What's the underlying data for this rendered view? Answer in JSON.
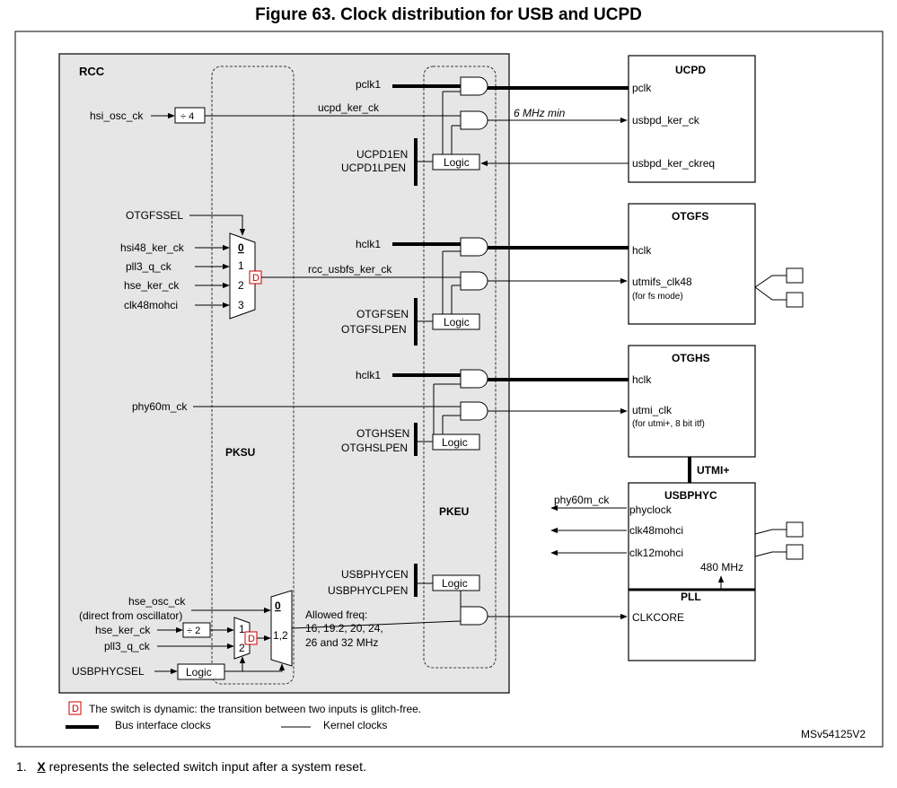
{
  "title": "Figure 63. Clock distribution for USB and UCPD",
  "rcc": {
    "label": "RCC",
    "pksu": "PKSU",
    "pkeu": "PKEU",
    "div4": "÷ 4",
    "div2": "÷ 2",
    "logic": "Logic",
    "dynamic_marker": "D",
    "signals": {
      "hsi_osc_ck": "hsi_osc_ck",
      "ucpd_ker_ck": "ucpd_ker_ck",
      "pclk1": "pclk1",
      "ucpd1en": "UCPD1EN",
      "ucpd1lpen": "UCPD1LPEN",
      "otgfssel": "OTGFSSEL",
      "hsi48_ker_ck": "hsi48_ker_ck",
      "pll3_q_ck": "pll3_q_ck",
      "hse_ker_ck": "hse_ker_ck",
      "clk48mohci": "clk48mohci",
      "hclk1_fs": "hclk1",
      "rcc_usbfs_ker_ck": "rcc_usbfs_ker_ck",
      "otgfsen": "OTGFSEN",
      "otgfslpen": "OTGFSLPEN",
      "hclk1_hs": "hclk1",
      "phy60m_ck": "phy60m_ck",
      "otghsen": "OTGHSEN",
      "otghslpen": "OTGHSLPEN",
      "usbphycen": "USBPHYCEN",
      "usbphyclpen": "USBPHYCLPEN",
      "hse_osc_ck": "hse_osc_ck",
      "direct": "(direct from oscillator)",
      "hse_ker_ck2": "hse_ker_ck",
      "pll3_q_ck2": "pll3_q_ck",
      "usbphycsel": "USBPHYCSEL",
      "allowed1": "Allowed freq:",
      "allowed2": "16, 19.2, 20, 24,",
      "allowed3": "26 and 32 MHz"
    },
    "mux1_inputs": [
      "0",
      "1",
      "2",
      "3"
    ],
    "mux_small_inputs": [
      "1",
      "2"
    ],
    "mux_big_inputs": [
      "0",
      "1,2"
    ]
  },
  "blocks": {
    "ucpd": {
      "name": "UCPD",
      "pclk": "pclk",
      "usbpd_ker_ck": "usbpd_ker_ck",
      "usbpd_ker_ckreq": "usbpd_ker_ckreq",
      "freq": "6  MHz min"
    },
    "otgfs": {
      "name": "OTGFS",
      "hclk": "hclk",
      "utmifs_clk48": "utmifs_clk48",
      "note": "(for fs mode)"
    },
    "otghs": {
      "name": "OTGHS",
      "hclk": "hclk",
      "utmi_clk": "utmi_clk",
      "note": "(for utmi+, 8 bit itf)"
    },
    "utmi": "UTMI+",
    "usbphyc": {
      "name": "USBPHYC",
      "phy60m_ck": "phy60m_ck",
      "phyclock": "phyclock",
      "clk48mohci": "clk48mohci",
      "clk12mohci": "clk12mohci",
      "mhz480": "480 MHz"
    },
    "pll": {
      "name": "PLL",
      "clkcore": "CLKCORE"
    }
  },
  "legend": {
    "dynamic": "The switch is dynamic: the transition between two inputs is glitch-free.",
    "bus": "Bus interface clocks",
    "kernel": "Kernel clocks",
    "ref": "MSv54125V2"
  },
  "footnote": {
    "number": "1.",
    "x": "X",
    "text": " represents the selected switch input after a system reset."
  }
}
